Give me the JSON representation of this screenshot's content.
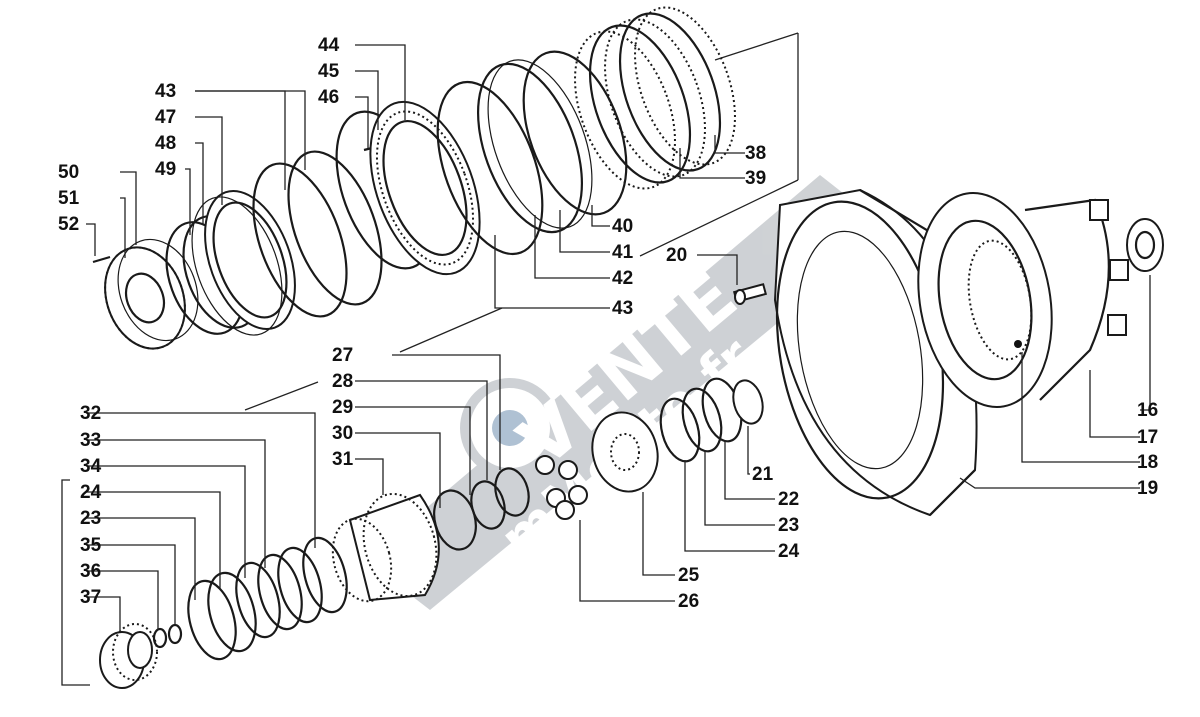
{
  "parts": [
    {
      "n": "16",
      "name": "part-16"
    },
    {
      "n": "17",
      "name": "part-17"
    },
    {
      "n": "18",
      "name": "part-18"
    },
    {
      "n": "19",
      "name": "part-19"
    },
    {
      "n": "20",
      "name": "part-20"
    },
    {
      "n": "21",
      "name": "part-21"
    },
    {
      "n": "22",
      "name": "part-22"
    },
    {
      "n": "23",
      "name": "part-23"
    },
    {
      "n": "24",
      "name": "part-24"
    },
    {
      "n": "25",
      "name": "part-25"
    },
    {
      "n": "26",
      "name": "part-26"
    },
    {
      "n": "27",
      "name": "part-27"
    },
    {
      "n": "28",
      "name": "part-28"
    },
    {
      "n": "29",
      "name": "part-29"
    },
    {
      "n": "30",
      "name": "part-30"
    },
    {
      "n": "31",
      "name": "part-31"
    },
    {
      "n": "32",
      "name": "part-32"
    },
    {
      "n": "33",
      "name": "part-33"
    },
    {
      "n": "34",
      "name": "part-34"
    },
    {
      "n": "35",
      "name": "part-35"
    },
    {
      "n": "36",
      "name": "part-36"
    },
    {
      "n": "37",
      "name": "part-37"
    },
    {
      "n": "38",
      "name": "part-38"
    },
    {
      "n": "39",
      "name": "part-39"
    },
    {
      "n": "40",
      "name": "part-40"
    },
    {
      "n": "41",
      "name": "part-41"
    },
    {
      "n": "42",
      "name": "part-42"
    },
    {
      "n": "43",
      "name": "part-43"
    },
    {
      "n": "44",
      "name": "part-44"
    },
    {
      "n": "45",
      "name": "part-45"
    },
    {
      "n": "46",
      "name": "part-46"
    },
    {
      "n": "47",
      "name": "part-47"
    },
    {
      "n": "48",
      "name": "part-48"
    },
    {
      "n": "49",
      "name": "part-49"
    },
    {
      "n": "50",
      "name": "part-50"
    },
    {
      "n": "51",
      "name": "part-51"
    },
    {
      "n": "52",
      "name": "part-52"
    }
  ],
  "watermark": {
    "brand": "VENTE",
    "domain": "mMonte.fr",
    "color": "#9aa1a8"
  }
}
